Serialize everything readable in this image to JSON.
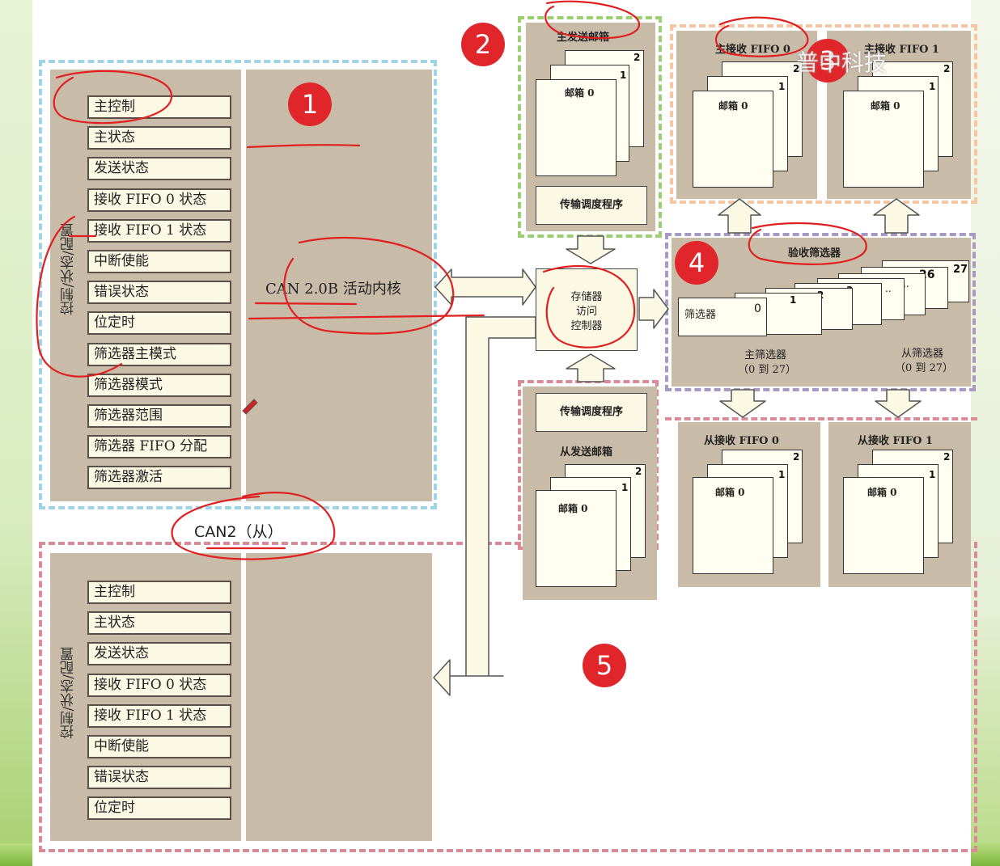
{
  "colors": {
    "panel": "#c8bba7",
    "register_fill": "#fbf8e4",
    "badge": "#e0262a",
    "annotation": "#e02020",
    "dash_blue": "#9fd3e6",
    "dash_green": "#9bcf72",
    "dash_orange": "#f6c6a2",
    "dash_purple": "#a899c2",
    "dash_pink": "#d98b98"
  },
  "can1": {
    "side_label": "控制/状态/配置",
    "registers": [
      "主控制",
      "主状态",
      "发送状态",
      "接收 FIFO 0 状态",
      "接收 FIFO 1 状态",
      "中断使能",
      "错误状态",
      "位定时",
      "筛选器主模式",
      "筛选器模式",
      "筛选器范围",
      "筛选器 FIFO 分配",
      "筛选器激活"
    ],
    "core_label": "CAN 2.0B 活动内核"
  },
  "can2": {
    "label": "CAN2（从）",
    "side_label": "控制/状态/配置",
    "registers": [
      "主控制",
      "主状态",
      "发送状态",
      "接收 FIFO 0 状态",
      "接收 FIFO 1 状态",
      "中断使能",
      "错误状态",
      "位定时"
    ]
  },
  "master_tx": {
    "title": "主发送邮箱",
    "mailbox": "邮箱 0",
    "nums": [
      "2",
      "1"
    ],
    "scheduler": "传输调度程序"
  },
  "memory_controller": {
    "lines": [
      "存储器",
      "访问",
      "控制器"
    ]
  },
  "master_rx0": {
    "title": "主接收 FIFO 0",
    "mailbox": "邮箱 0",
    "nums": [
      "2",
      "1"
    ]
  },
  "master_rx1": {
    "title": "主接收 FIFO 1",
    "mailbox": "邮箱 0",
    "nums": [
      "2",
      "1"
    ]
  },
  "filters": {
    "title": "验收筛选器",
    "filter_label": "筛选器",
    "nums": [
      "0",
      "1",
      "2",
      "3",
      "..",
      "..",
      "26",
      "27"
    ],
    "master_label": "主筛选器",
    "master_range": "（0 到 27）",
    "slave_label": "从筛选器",
    "slave_range": "（0 到 27）"
  },
  "slave_tx": {
    "scheduler": "传输调度程序",
    "title": "从发送邮箱",
    "mailbox": "邮箱 0",
    "nums": [
      "2",
      "1"
    ]
  },
  "slave_rx0": {
    "title": "从接收 FIFO 0",
    "mailbox": "邮箱 0",
    "nums": [
      "2",
      "1"
    ]
  },
  "slave_rx1": {
    "title": "从接收 FIFO 1",
    "mailbox": "邮箱 0",
    "nums": [
      "2",
      "1"
    ]
  },
  "badges": [
    "1",
    "2",
    "3",
    "4",
    "5"
  ],
  "watermark": "普中科技"
}
